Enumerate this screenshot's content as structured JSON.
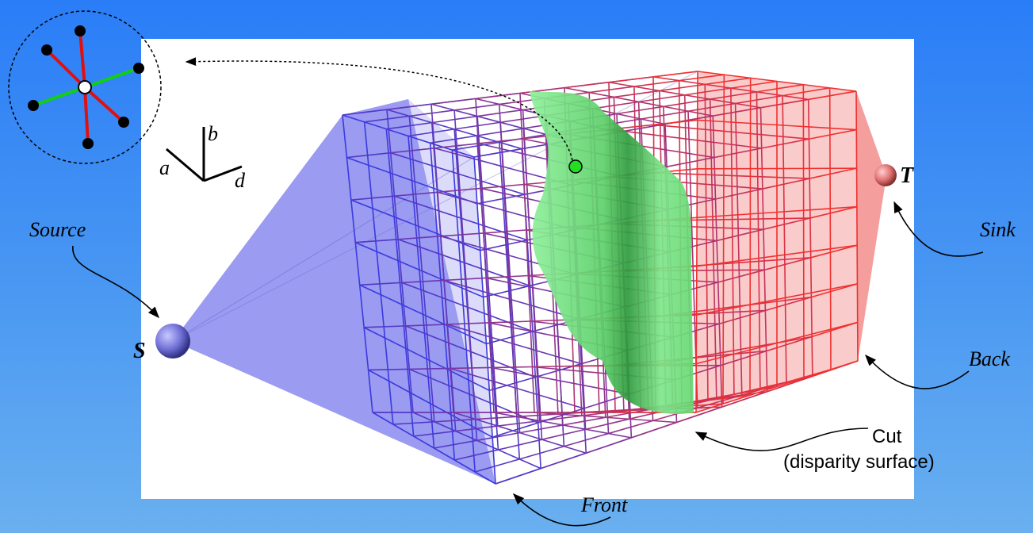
{
  "labels": {
    "source": "Source",
    "sink": "Sink",
    "back": "Back",
    "front": "Front",
    "cut_line1": "Cut",
    "cut_line2": "(disparity surface)",
    "s_node": "S",
    "t_node": "T",
    "axis_a": "a",
    "axis_b": "b",
    "axis_d": "d"
  },
  "colors": {
    "background_top": "#2a7df7",
    "background_bottom": "#6ab0f0",
    "panel": "#ffffff",
    "front_grid": "#3a3ae0",
    "back_grid": "#f03030",
    "source_fill": "#8888ee",
    "sink_fill": "#f08a8a",
    "surface": "#6fe07a",
    "neighbor_red_edge": "#e01010",
    "neighbor_green_edge": "#10d010"
  },
  "icons": [
    "neighborhood-inset-icon",
    "axis-triad-icon",
    "source-sphere-icon",
    "sink-sphere-icon"
  ]
}
